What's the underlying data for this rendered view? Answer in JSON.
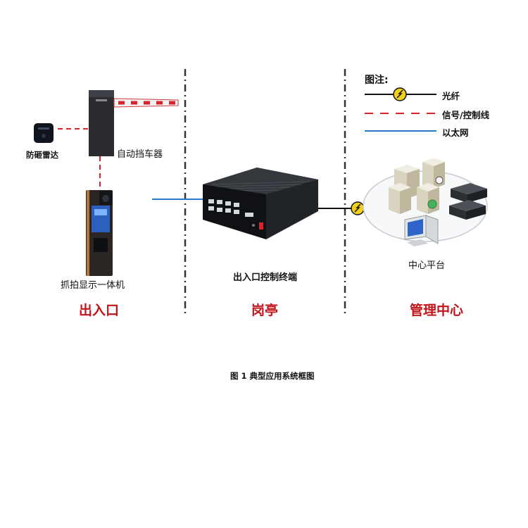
{
  "legend": {
    "title": "图注:",
    "items": [
      {
        "label": "光纤",
        "color": "#111111"
      },
      {
        "label": "信号/控制线",
        "color": "#d9232a"
      },
      {
        "label": "以太网",
        "color": "#2a78c8"
      }
    ]
  },
  "devices": {
    "radar": "防砸雷达",
    "barrier": "自动挡车器",
    "capture": "抓拍显示一体机",
    "terminal": "出入口控制终端",
    "center": "中心平台"
  },
  "zones": [
    "出入口",
    "岗亭",
    "管理中心"
  ],
  "caption": "图 1   典型应用系统框图",
  "colors": {
    "zone_label": "#c0161b",
    "signal": "#d9232a",
    "ethernet": "#2a78c8",
    "fiber": "#111111"
  }
}
